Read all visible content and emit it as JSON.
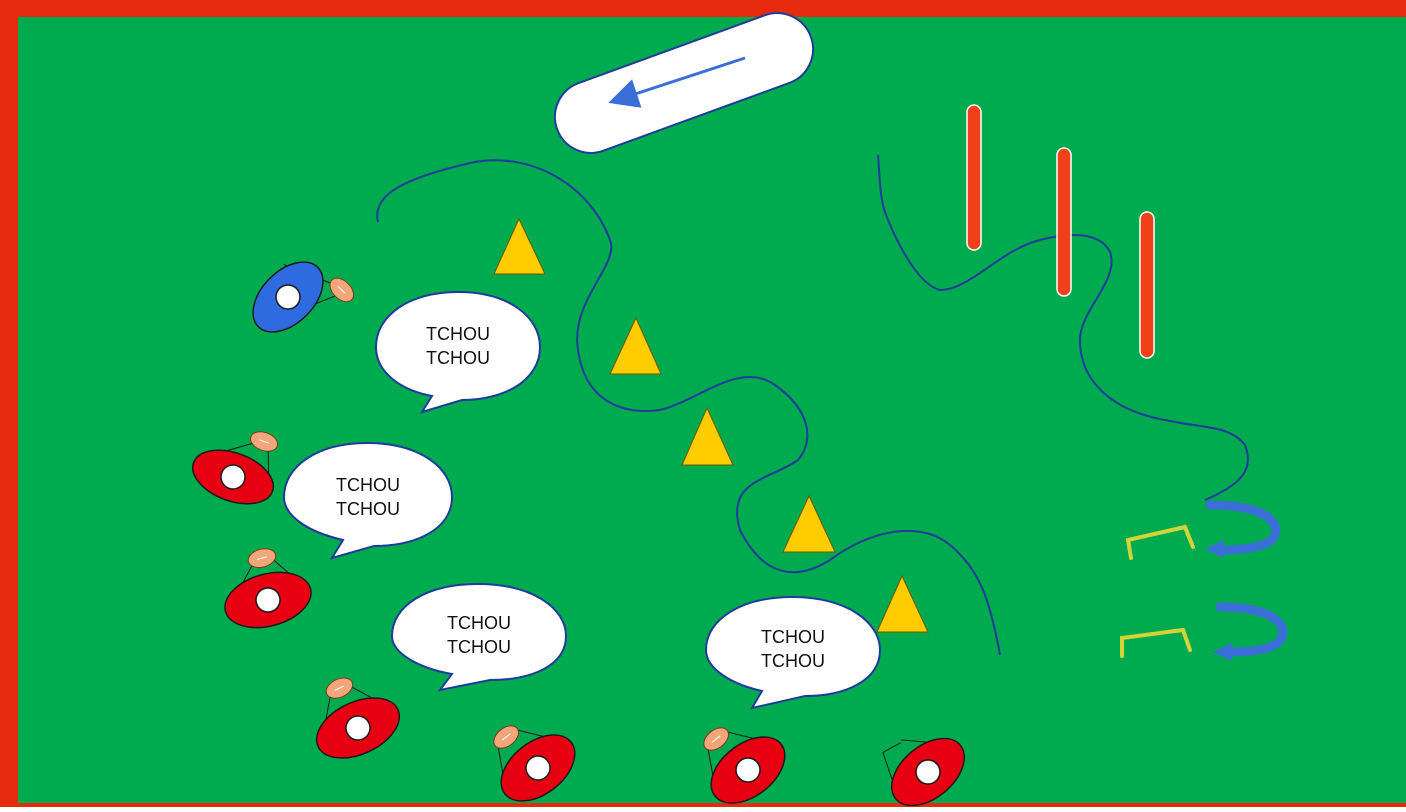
{
  "colors": {
    "field": "#00AA4F",
    "border": "#E52A0D",
    "cone": "#FFCC00",
    "red_player": "#E60012",
    "blue_player": "#2F6BE0",
    "path": "#1F3C9A",
    "pole": "#F0401A",
    "hurdle": "#D4D43A",
    "arrow": "#3A6FD8"
  },
  "icons": {
    "cone": "triangle-cone-icon",
    "player": "player-icon",
    "ball": "rugby-ball-icon",
    "pole": "pole-icon",
    "hurdle": "hurdle-icon",
    "u_turn": "u-turn-arrow-icon",
    "direction": "direction-arrow-icon"
  },
  "bubbles": [
    {
      "line1": "TCHOU",
      "line2": "TCHOU"
    },
    {
      "line1": "TCHOU",
      "line2": "TCHOU"
    },
    {
      "line1": "TCHOU",
      "line2": "TCHOU"
    },
    {
      "line1": "TCHOU",
      "line2": "TCHOU"
    }
  ]
}
